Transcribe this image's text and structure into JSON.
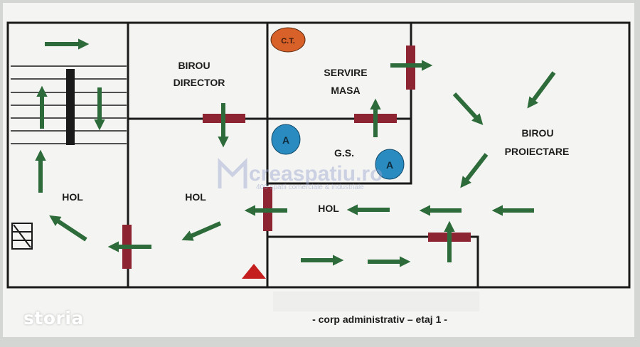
{
  "rooms": {
    "birou_director": [
      "BIROU",
      "DIRECTOR"
    ],
    "servire_masa": [
      "SERVIRE",
      "MASA"
    ],
    "birou_proiectare": [
      "BIROU",
      "PROIECTARE"
    ],
    "gs": "G.S.",
    "hol_left": "HOL",
    "hol_center": "HOL",
    "hol_right": "HOL"
  },
  "markers": {
    "ct": "C.T.",
    "a1": "A",
    "a2": "A"
  },
  "watermark": {
    "brand": "creaspatiu.ro",
    "tagline": "400 spatii comerciale & industriale"
  },
  "caption": "- corp administrativ – etaj 1 -",
  "logo": "storia",
  "colors": {
    "arrow": "#2e6b3a",
    "door_bar": "#8c2431",
    "boiler": "#d8612a",
    "a_marker": "#2a8bc0",
    "triangle": "#c41e1e",
    "wall": "#1a1a1a",
    "background": "#f4f4f2"
  }
}
